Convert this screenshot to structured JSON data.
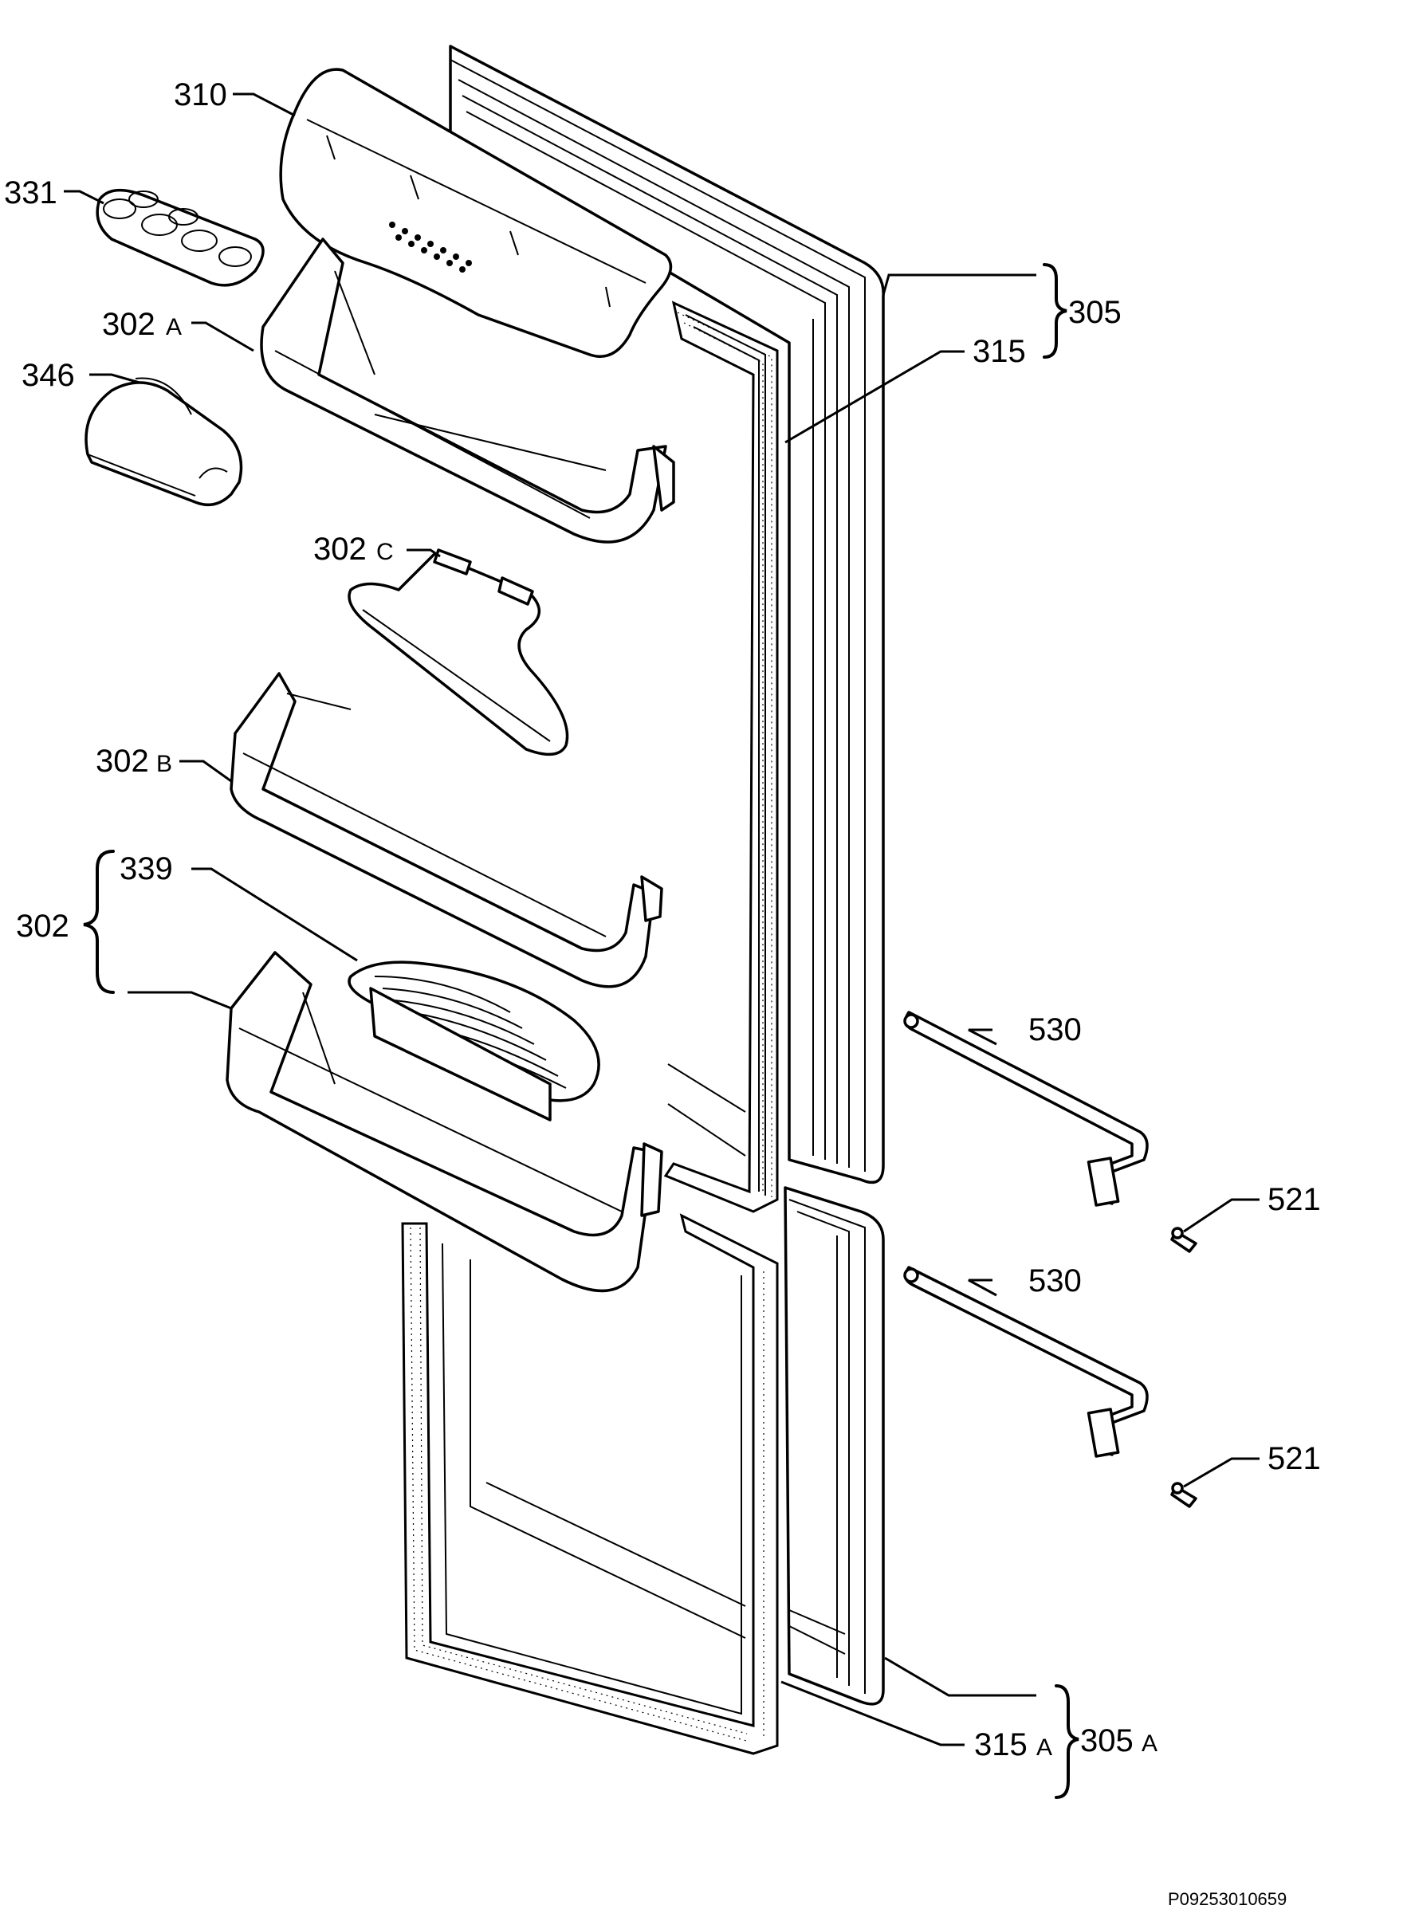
{
  "labels": {
    "l310": "310",
    "l331": "331",
    "l302a": "302",
    "l302a_s": "A",
    "l346": "346",
    "l302c": "302",
    "l302c_s": "C",
    "l302b": "302",
    "l302b_s": "B",
    "l339": "339",
    "l302": "302",
    "l305": "305",
    "l315": "315",
    "l530a": "530",
    "l521a": "521",
    "l530b": "530",
    "l521b": "521",
    "l305a": "305",
    "l305a_s": "A",
    "l315a": "315",
    "l315a_s": "A"
  },
  "document_code": "P09253010659"
}
